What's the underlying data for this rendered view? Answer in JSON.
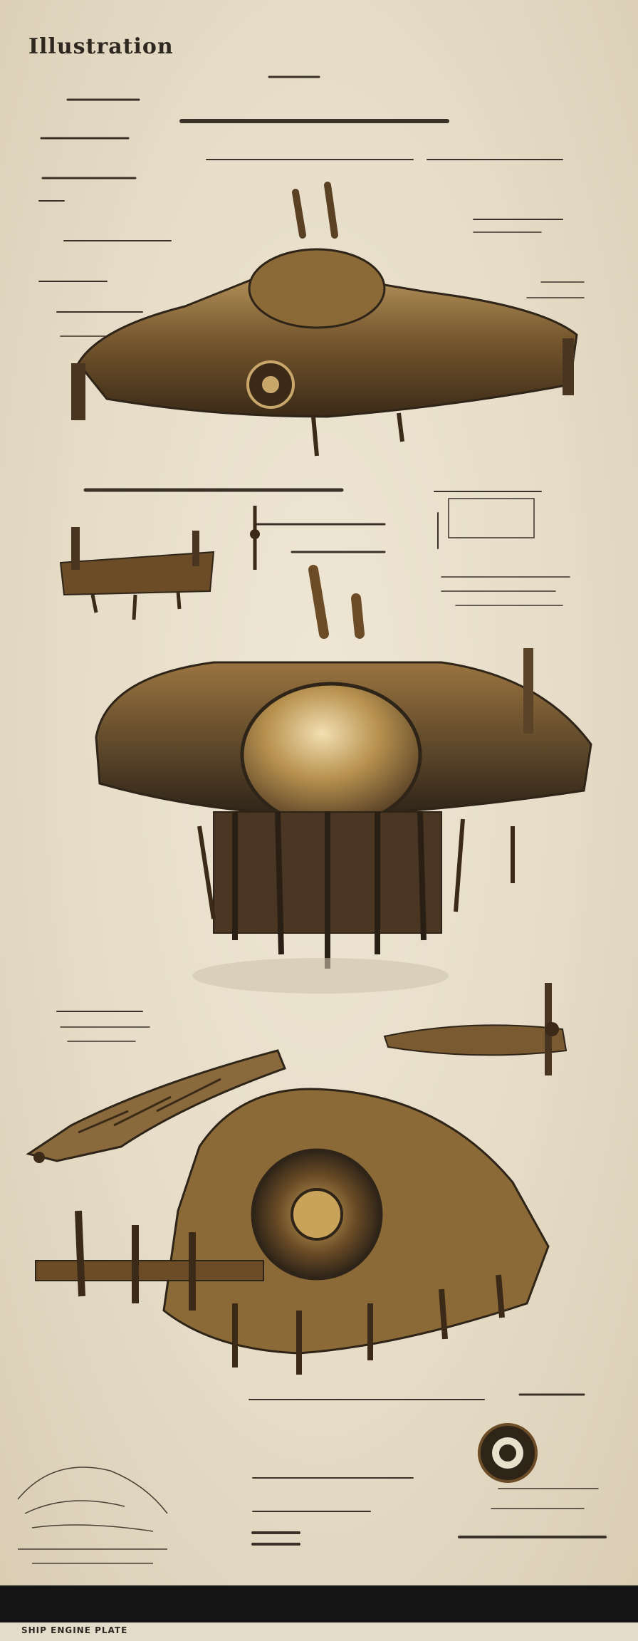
{
  "title": "Illustration",
  "footer": {
    "text_left": "SHIP ENGINE PLATE",
    "text_right": ""
  },
  "colors": {
    "paper": "#e9e0cc",
    "ink": "#2e2820",
    "brass": "#a07b3c",
    "bronze": "#6b4c26",
    "dark_strip": "#141414"
  },
  "figures": [
    {
      "name": "airship-top-view",
      "icon": "airship-icon"
    },
    {
      "name": "airship-small-side",
      "icon": "airship-icon"
    },
    {
      "name": "airship-dome-main",
      "icon": "airship-icon"
    },
    {
      "name": "airship-wing-detail",
      "icon": "airship-icon"
    },
    {
      "name": "airship-engine-front",
      "icon": "airship-icon"
    },
    {
      "name": "detail-sketch",
      "icon": "sketch-icon"
    },
    {
      "name": "emblem-circle",
      "icon": "emblem-icon"
    }
  ]
}
